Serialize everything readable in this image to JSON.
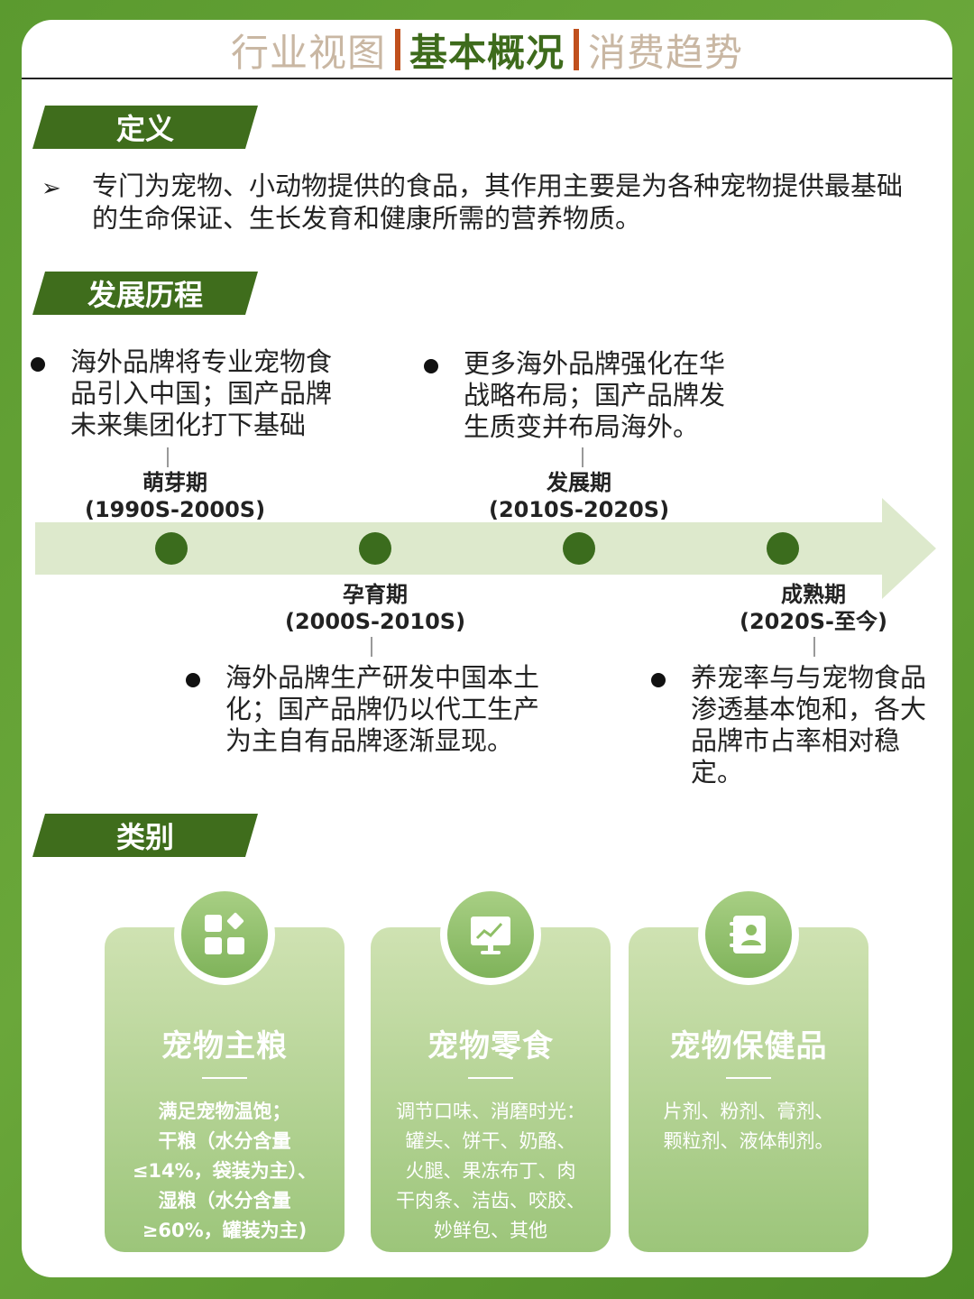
{
  "nav": {
    "items": [
      "行业视图",
      "基本概况",
      "消费趋势"
    ],
    "active_index": 1
  },
  "sections": {
    "definition": "定义",
    "history": "发展历程",
    "category": "类别"
  },
  "definition": {
    "bullet": "➢",
    "line1": "专门为宠物、小动物提供的食品，其作用主要是为各种宠物提供最基础",
    "line2": "的生命保证、生长发育和健康所需的营养物质。"
  },
  "timeline": {
    "stages": [
      {
        "name": "萌芽期",
        "period": "(1990S-2000S)",
        "lines": [
          "海外品牌将专业宠物食",
          "品引入中国；国产品牌",
          "未来集团化打下基础"
        ]
      },
      {
        "name": "孕育期",
        "period": "(2000S-2010S)",
        "lines": [
          "海外品牌生产研发中国本土",
          "化；国产品牌仍以代工生产",
          "为主自有品牌逐渐显现。"
        ]
      },
      {
        "name": "发展期",
        "period": "(2010S-2020S)",
        "lines": [
          "更多海外品牌强化在华",
          "战略布局；国产品牌发",
          "生质变并布局海外。"
        ]
      },
      {
        "name": "成熟期",
        "period": "(2020S-至今)",
        "lines": [
          "养宠率与与宠物食品",
          "渗透基本饱和，各大",
          "品牌市占率相对稳定。"
        ]
      }
    ]
  },
  "categories": [
    {
      "title": "宠物主粮",
      "icon": "apps-grid-icon",
      "lines": [
        "满足宠物温饱；",
        "干粮（水分含量",
        "≤14%，袋装为主）、",
        "湿粮（水分含量",
        "≥60%，罐装为主)"
      ]
    },
    {
      "title": "宠物零食",
      "icon": "monitor-chart-icon",
      "lines": [
        "调节口味、消磨时光：",
        "罐头、饼干、奶酪、",
        "火腿、果冻布丁、肉",
        "干肉条、洁齿、咬胶、",
        "妙鲜包、其他"
      ]
    },
    {
      "title": "宠物保健品",
      "icon": "contact-book-icon",
      "lines": [
        "片剂、粉剂、膏剂、",
        "颗粒剂、液体制剂。"
      ]
    }
  ],
  "colors": {
    "accent_green": "#3f6d1c",
    "nav_separator": "#c0501d",
    "inactive_nav": "#c9b7a3"
  }
}
